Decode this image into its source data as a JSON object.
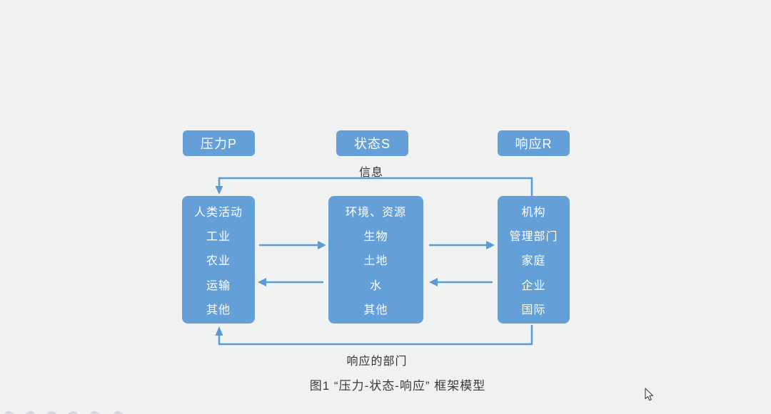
{
  "colors": {
    "box_blue": "#649fd7",
    "arrow_blue": "#5b9bd5",
    "background": "#f0f1f1",
    "text_dark": "#333333",
    "taskbar_dot": "#d7d7e0"
  },
  "diagram": {
    "headers": [
      {
        "label": "压力P"
      },
      {
        "label": "状态S"
      },
      {
        "label": "响应R"
      }
    ],
    "boxes": [
      {
        "rows": [
          "人类活动",
          "工业",
          "农业",
          "运输",
          "其他"
        ]
      },
      {
        "rows": [
          "环境、资源",
          "生物",
          "土地",
          "水",
          "其他"
        ]
      },
      {
        "rows": [
          "机构",
          "管理部门",
          "家庭",
          "企业",
          "国际"
        ]
      }
    ],
    "labels": {
      "top_feedback": "信息",
      "bottom_feedback": "响应的部门"
    },
    "caption": "图1  “压力-状态-响应” 框架模型"
  }
}
